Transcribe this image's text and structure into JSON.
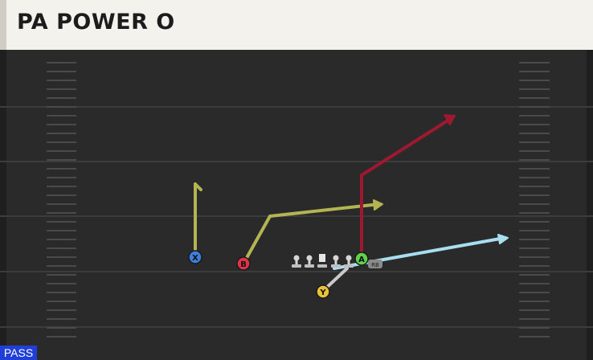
{
  "play": {
    "title": "PA POWER O",
    "mode": "PASS"
  },
  "players": [
    {
      "id": "x",
      "label": "X",
      "color": "#3d7fe0"
    },
    {
      "id": "b",
      "label": "B",
      "color": "#e0344a"
    },
    {
      "id": "a",
      "label": "A",
      "color": "#5fd14a"
    },
    {
      "id": "y",
      "label": "Y",
      "color": "#e8c23a"
    }
  ],
  "rb_tag": "RB",
  "route_colors": {
    "x": "#b5b452",
    "b": "#b5b452",
    "a": "#9e1830",
    "y": "#a8def0"
  }
}
